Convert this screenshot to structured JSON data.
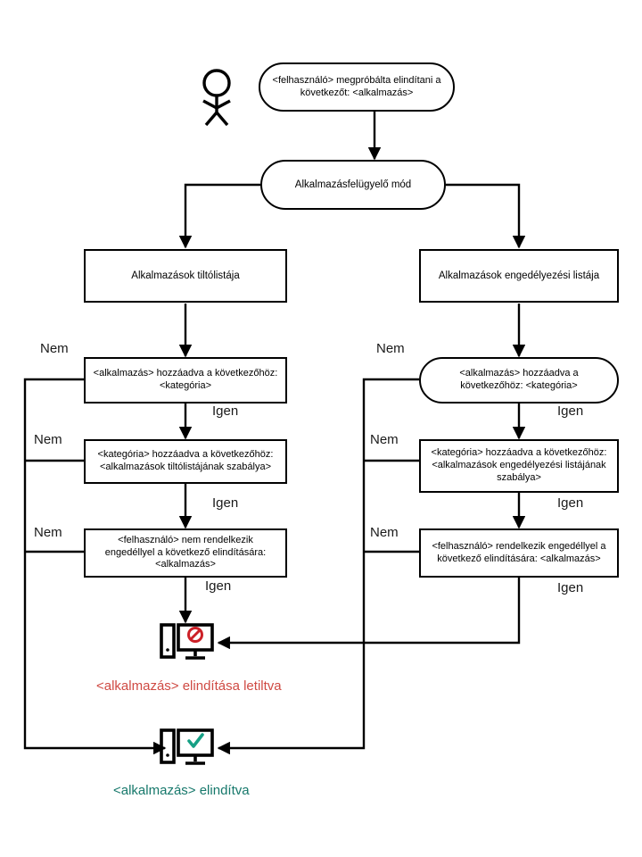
{
  "diagram": {
    "title": "Application Startup Control Flow",
    "language": "hu",
    "colors": {
      "line": "#000000",
      "blocked_text": "#cf4a43",
      "allowed_text": "#16786b",
      "blocked_sign": "#cc2027",
      "allowed_check": "#16a085"
    },
    "actor": {
      "name": "user-actor",
      "icon": "person-icon"
    },
    "nodes": {
      "start": "<felhasználó> megpróbálta elindítani a következőt: <alkalmazás>",
      "mode": "Alkalmazásfelügyelő mód",
      "left_list": "Alkalmazások tiltólistája",
      "right_list": "Alkalmazások engedélyezési listája",
      "left_q1": "<alkalmazás> hozzáadva a következőhöz: <kategória>",
      "right_q1": "<alkalmazás> hozzáadva a következőhöz: <kategória>",
      "left_q2": "<kategória> hozzáadva a következőhöz: <alkalmazások tiltólistájának szabálya>",
      "right_q2": "<kategória> hozzáadva a következőhöz: <alkalmazások engedélyezési listájának szabálya>",
      "left_q3": "<felhasználó> nem rendelkezik engedéllyel a következő elindítására: <alkalmazás>",
      "right_q3": "<felhasználó> rendelkezik engedéllyel a következő elindítására: <alkalmazás>"
    },
    "edge_labels": {
      "no": "Nem",
      "yes": "Igen"
    },
    "outcomes": {
      "blocked": "<alkalmazás> elindítása letiltva",
      "allowed": "<alkalmazás> elindítva"
    },
    "icons": {
      "blocked": "computer-blocked-icon",
      "allowed": "computer-allowed-icon"
    }
  }
}
